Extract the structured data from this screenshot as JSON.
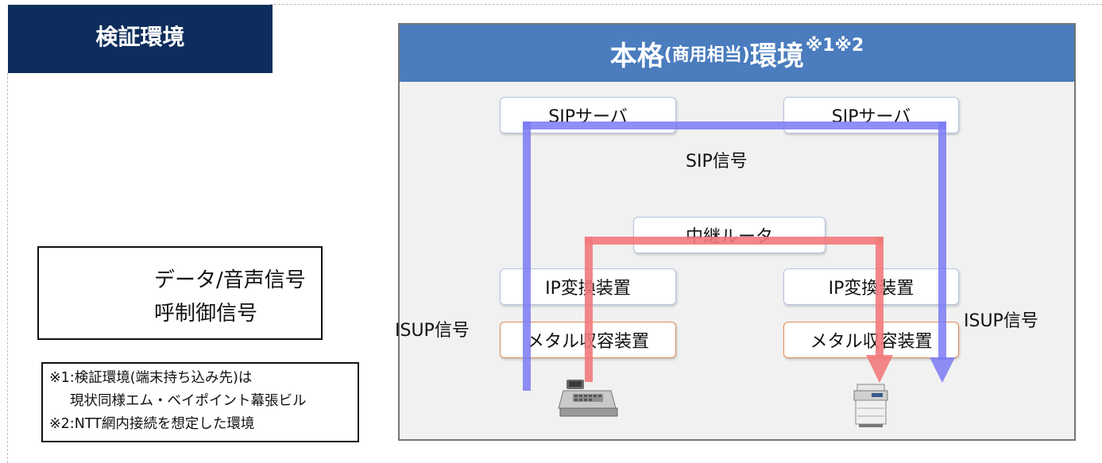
{
  "tab": {
    "label": "検証環境"
  },
  "panel": {
    "title_main": "本格",
    "title_paren": "(商用相当)",
    "title_env": "環境",
    "title_notes": "※1※2"
  },
  "nodes": {
    "sip_left": "SIPサーバ",
    "sip_right": "SIPサーバ",
    "relay_router": "中継ルータ",
    "ip_conv_left": "IP変換装置",
    "ip_conv_right": "IP変換装置",
    "metal_left": "メタル収容装置",
    "metal_right": "メタル収容装置"
  },
  "signals": {
    "sip": "SIP信号",
    "isup_left": "ISUP信号",
    "isup_right": "ISUP信号"
  },
  "legend": {
    "data_voice": "データ/音声信号",
    "call_control": "呼制御信号"
  },
  "notes": {
    "line1": "※1:検証環境(端末持ち込み先)は",
    "line2": "現状同様エム・ベイポイント幕張ビル",
    "line3": "※2:NTT網内接続を想定した環境"
  },
  "colors": {
    "tab_bg": "#0d2d5c",
    "header_bg": "#4a7cbe",
    "panel_bg": "#f1f1f1",
    "data_arrow": "#f2797b",
    "control_arrow": "#7a7af5",
    "metal_border": "#e08a55"
  },
  "icons": [
    "cash-register-icon",
    "printer-icon"
  ]
}
